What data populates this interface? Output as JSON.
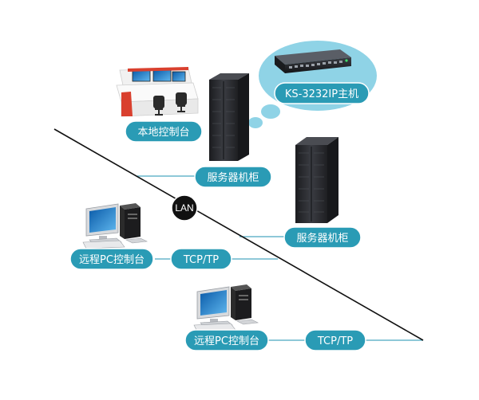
{
  "nodes": {
    "host_label": "KS-3232IP主机",
    "local_console_label": "本地控制台",
    "server_cabinet_1_label": "服务器机柜",
    "server_cabinet_2_label": "服务器机柜",
    "remote_pc_1_label": "远程PC控制台",
    "remote_pc_2_label": "远程PC控制台"
  },
  "links": {
    "network_label": "LAN",
    "remote_1_protocol": "TCP/TP",
    "remote_2_protocol": "TCP/TP"
  },
  "colors": {
    "label_fill": "#2a9bb5",
    "label_stroke": "#ffffff",
    "bubble_fill": "#8fd3e6",
    "connector": "#4aa8c0",
    "lan_line": "#111111",
    "lan_badge": "#111111",
    "rack": "#2b2d31"
  }
}
